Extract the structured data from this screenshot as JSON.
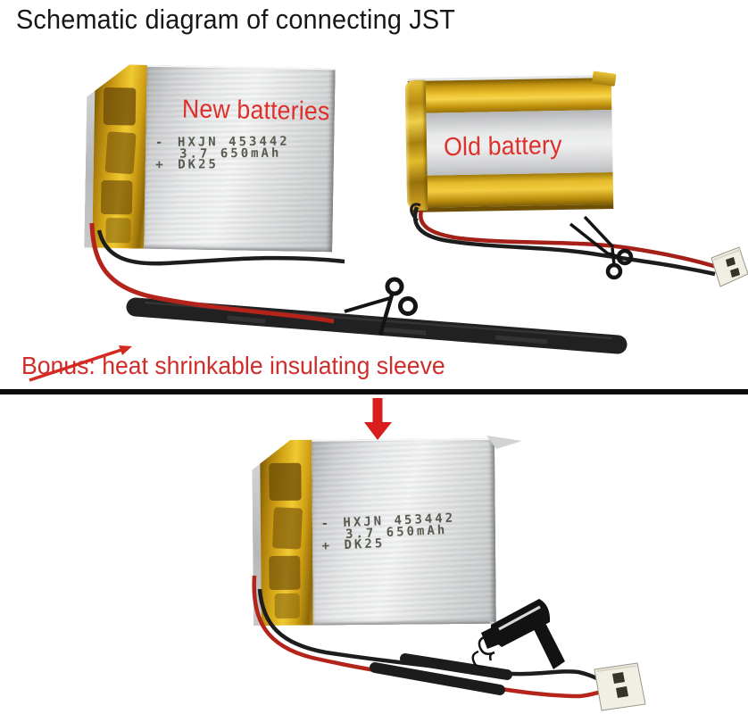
{
  "title": "Schematic diagram of connecting JST",
  "labels": {
    "new_battery": "New batteries",
    "old_battery": "Old battery",
    "bonus_note": "Bonus: heat shrinkable insulating sleeve"
  },
  "battery_print": {
    "minus": "-",
    "model": "HXJN 453442",
    "spec": "3.7 650mAh",
    "plus": "+",
    "code": "DK25"
  },
  "icons": {
    "scissors": "✂",
    "hair_dryer": "💨",
    "down_arrow": "↓",
    "pointer_arrow": "↗"
  },
  "colors": {
    "label_red": "#de2f2a",
    "arrow_red": "#d81d1d",
    "title_black": "#171717",
    "gold_tape": "#d8a918",
    "silver_body": "#dcdde0",
    "wire_red": "#b4241b",
    "wire_black": "#1d1d1d",
    "shrink_tube": "#212121",
    "connector_white": "#f1efe4",
    "divider_black": "#0b0b0b"
  }
}
